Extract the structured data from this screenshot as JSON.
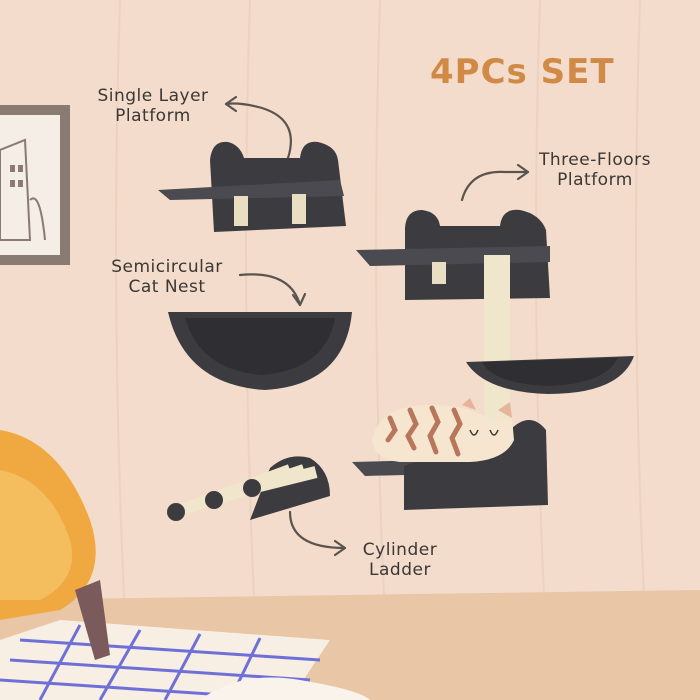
{
  "heading": "4PCs SET",
  "labels": {
    "single_layer": [
      "Single Layer",
      "Platform"
    ],
    "three_floors": [
      "Three-Floors",
      "Platform"
    ],
    "cat_nest": [
      "Semicircular",
      "Cat Nest"
    ],
    "ladder": [
      "Cylinder",
      "Ladder"
    ]
  },
  "colors": {
    "wall": "#f3dccb",
    "floor": "#e8c6a6",
    "heading": "#d08a45",
    "plush": "#3c3c40",
    "sisal": "#efe6cc",
    "chair": "#f0a940",
    "rug_lines": "#6f6fd8"
  }
}
